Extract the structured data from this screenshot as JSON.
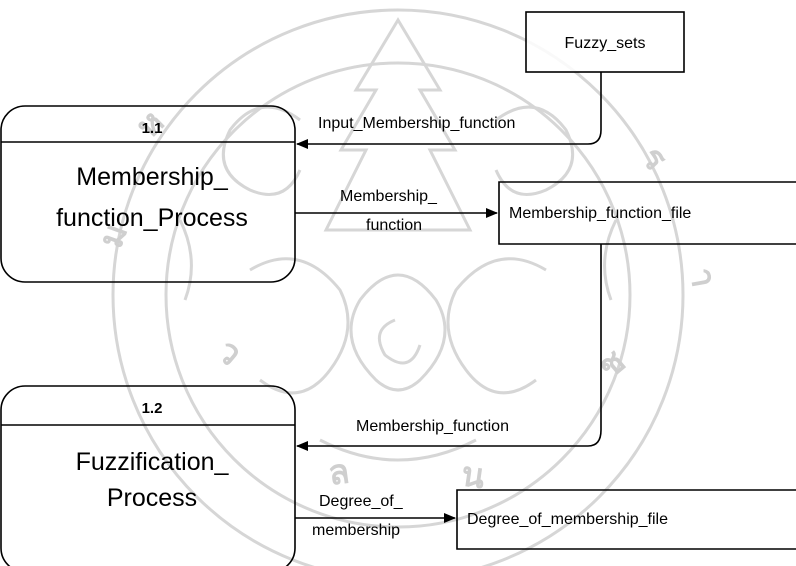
{
  "processes": [
    {
      "id": "1.1",
      "name_line1": "Membership_",
      "name_line2": "function_Process"
    },
    {
      "id": "1.2",
      "name_line1": "Fuzzification_",
      "name_line2": "Process"
    }
  ],
  "data_stores": [
    {
      "name": "Fuzzy_sets"
    },
    {
      "name": "Membership_function_file"
    },
    {
      "name": "Degree_of_membership_file"
    }
  ],
  "flows": [
    {
      "label": "Input_Membership_function"
    },
    {
      "label_line1": "Membership_",
      "label_line2": "function"
    },
    {
      "label": "Membership_function"
    },
    {
      "label_line1": "Degree_of_",
      "label_line2": "membership"
    }
  ]
}
